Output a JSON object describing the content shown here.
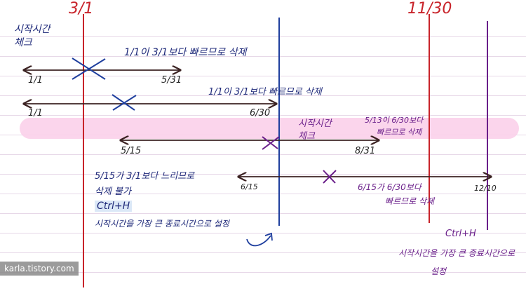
{
  "headers": {
    "left_date": "3/1",
    "right_date": "11/30"
  },
  "title_note": [
    "시작시간",
    "체크"
  ],
  "rows": {
    "r1": {
      "start": "1/1",
      "end": "5/31",
      "note": "1/1이 3/1보다 빠르므로 삭제"
    },
    "r2": {
      "start": "1/1",
      "end": "6/30",
      "note": "1/1이 3/1보다 빠르므로 삭제"
    },
    "r3": {
      "start": "5/15",
      "end": "8/31"
    },
    "r4": {
      "start": "6/15",
      "end": "12/10"
    }
  },
  "mid_note": [
    "시작시간",
    "체크"
  ],
  "r3_right_note": [
    "5/13이 6/30보다",
    "빠르므로 삭제"
  ],
  "r3_lower_notes": [
    "5/15가 3/1보다 느리므로",
    "삭제 불가",
    "Ctrl+H",
    "시작시간을 가장 큰 종료시간으로 설정"
  ],
  "r4_notes": [
    "6/15가 6/30보다",
    "빠르므로 삭제"
  ],
  "bottom_right_notes": [
    "Ctrl+H",
    "시작시간을 가장 큰 종료시간으로",
    "설정"
  ],
  "watermark": "karla.tistory.com",
  "colors": {
    "red": "#c8232a",
    "blue": "#1f3f9e",
    "purple": "#6a1f8a",
    "dark": "#3b2222",
    "highlight": "#fbd0ea"
  }
}
